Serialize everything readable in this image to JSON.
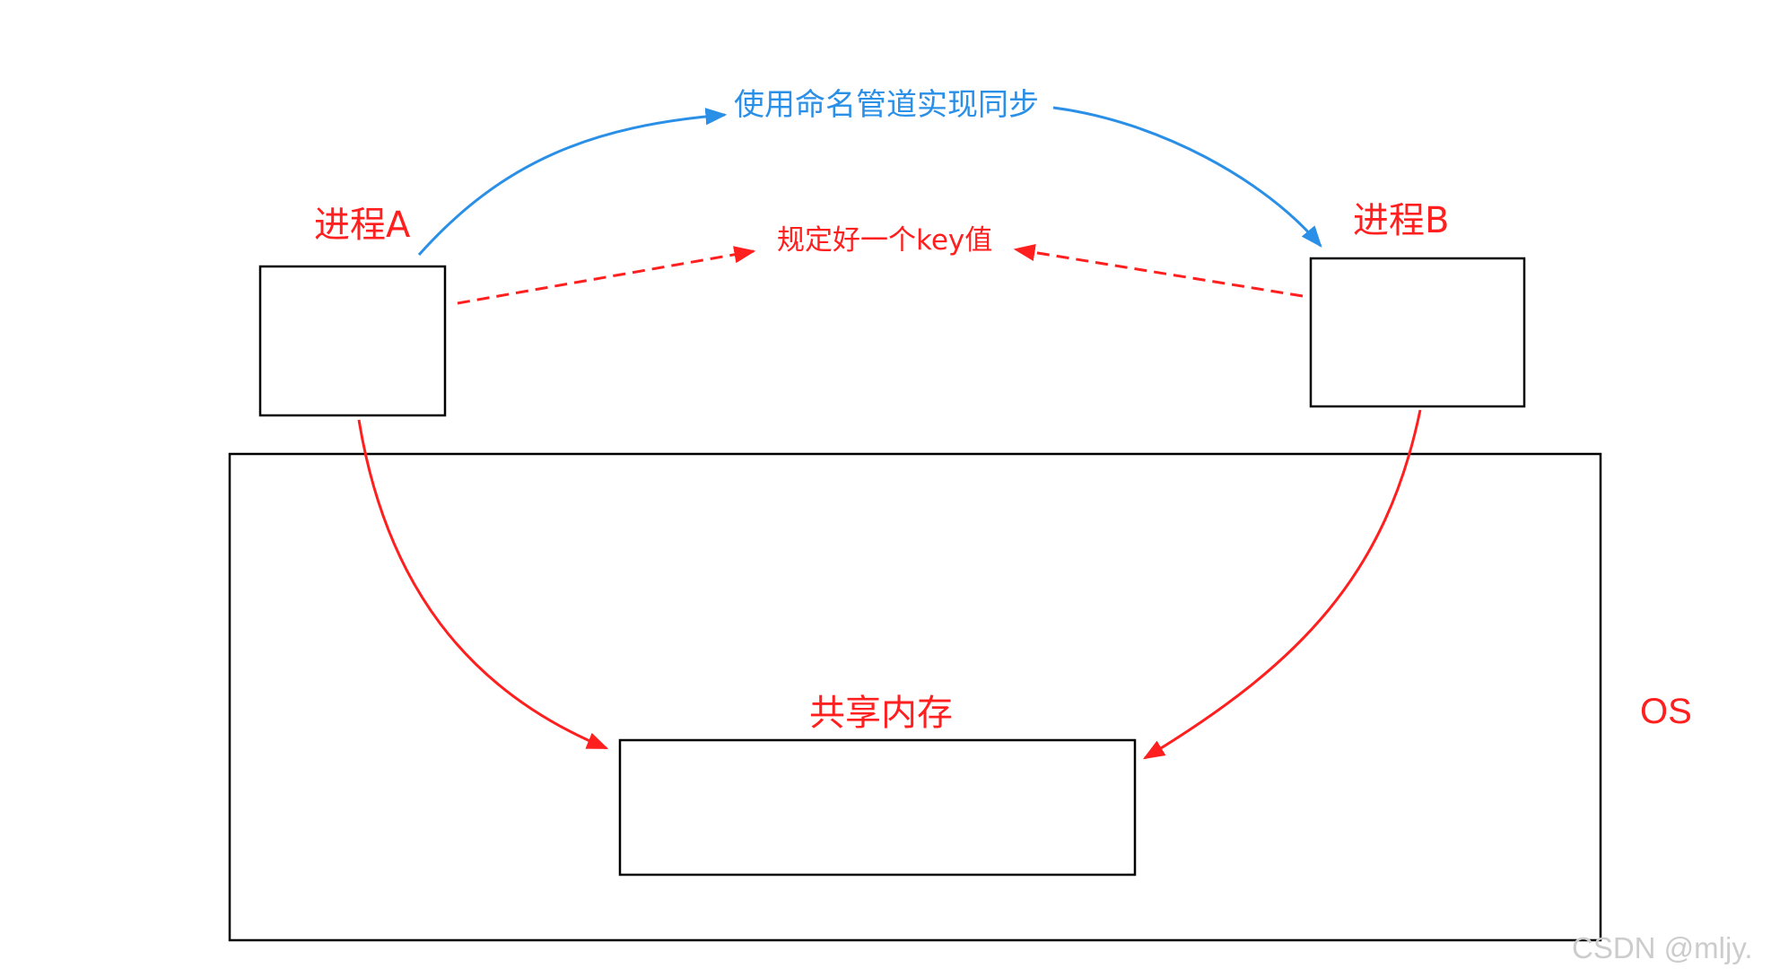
{
  "nodes": {
    "process_a": "进程A",
    "process_b": "进程B",
    "shared_memory": "共享内存",
    "os": "OS"
  },
  "edges": {
    "sync_label": "使用命名管道实现同步",
    "key_label": "规定好一个key值"
  },
  "watermark": "CSDN @mljy.",
  "colors": {
    "red": "#ff1f1f",
    "blue": "#2a8fe6",
    "box_stroke": "#000000",
    "watermark": "#cccccc"
  }
}
